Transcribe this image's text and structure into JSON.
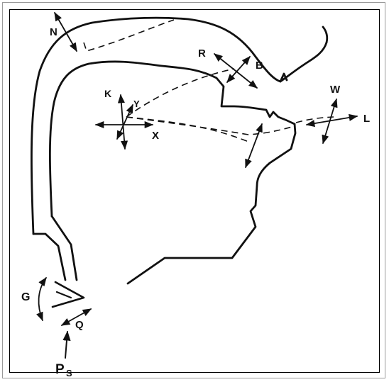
{
  "labels": {
    "n": "N",
    "r": "R",
    "b": "B",
    "k": "K",
    "y": "Y",
    "x": "X",
    "w": "W",
    "l": "L",
    "g": "G",
    "q": "Q",
    "p": "P",
    "s": "S"
  },
  "icons": {
    "arrowhead": "arrowhead",
    "curved-arrow": "curved-arrow"
  }
}
